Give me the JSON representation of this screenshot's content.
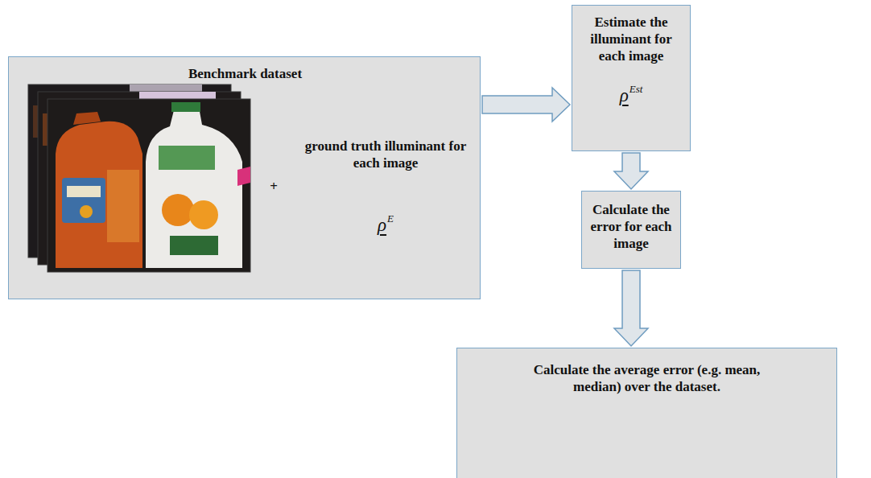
{
  "diagram": {
    "nodes": [
      {
        "text": [
          "Benchmark dataset",
          "+",
          "ground truth illuminant for each image",
          "ρ",
          "E"
        ]
      },
      {
        "text": [
          "Estimate the illuminant for each image",
          "ρ",
          "Est"
        ]
      },
      {
        "text": [
          "Calculate the error for each image"
        ]
      },
      {
        "text": [
          "Calculate the average error (e.g. mean, median) over the dataset."
        ]
      }
    ],
    "edges": [
      {
        "from": 0,
        "to": 1,
        "arrow": "to"
      },
      {
        "from": 1,
        "to": 2,
        "arrow": "to"
      },
      {
        "from": 2,
        "to": 3,
        "arrow": "to"
      }
    ]
  }
}
